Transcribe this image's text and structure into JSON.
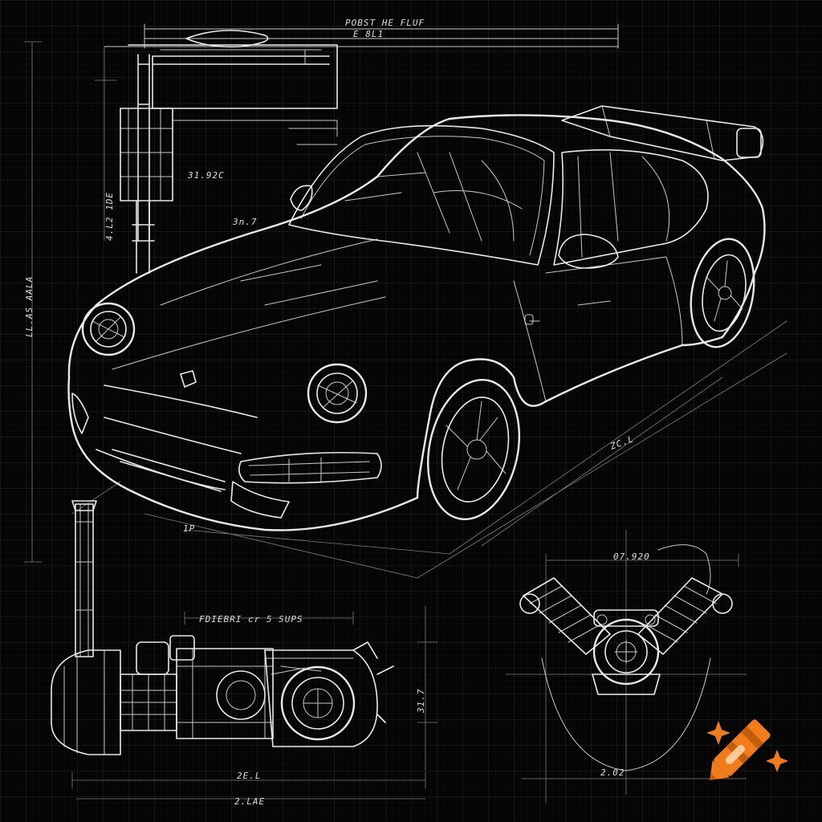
{
  "colors": {
    "background": "#050505",
    "grid": "#262626",
    "line": "#e9e9e9",
    "badge_orange": "#f07c1c",
    "badge_sparkle": "#f07c1c"
  },
  "labels": {
    "top_title": "POBST HE FLUF",
    "top_sub": "E 8L1",
    "top_left_dim": "31.92C",
    "top_left_small": "3n.7",
    "left_vertical": "LL.AS AALA",
    "left_vertical_2": "4.L2 1DE",
    "engine_title": "FDIEBRI cr 5 SUPS",
    "engine_dim_bottom": "2E.L",
    "engine_dim_bottom_2": "2.LAE",
    "engine_side_dim": "31.7",
    "right_engine_dim": "07.920",
    "right_engine_bottom": "2.02",
    "car_floor_dim": "ZC.L",
    "car_floor_small": "1P"
  },
  "icons": {
    "badge": "crayon-sparkle-icon"
  }
}
